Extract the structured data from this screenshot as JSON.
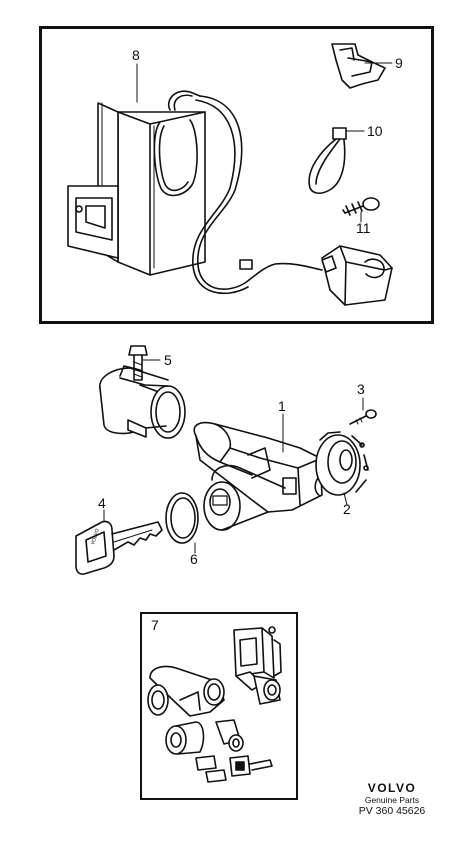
{
  "callouts": [
    {
      "id": "1",
      "text": "1"
    },
    {
      "id": "2",
      "text": "2"
    },
    {
      "id": "3",
      "text": "3"
    },
    {
      "id": "4",
      "text": "4"
    },
    {
      "id": "5",
      "text": "5"
    },
    {
      "id": "6",
      "text": "6"
    },
    {
      "id": "7",
      "text": "7"
    },
    {
      "id": "8",
      "text": "8"
    },
    {
      "id": "9",
      "text": "9"
    },
    {
      "id": "10",
      "text": "10"
    },
    {
      "id": "11",
      "text": "11"
    }
  ],
  "key_label": "VOLVO",
  "brand": {
    "name": "VOLVO",
    "subtitle": "Genuine Parts",
    "code": "PV 360 45626"
  }
}
